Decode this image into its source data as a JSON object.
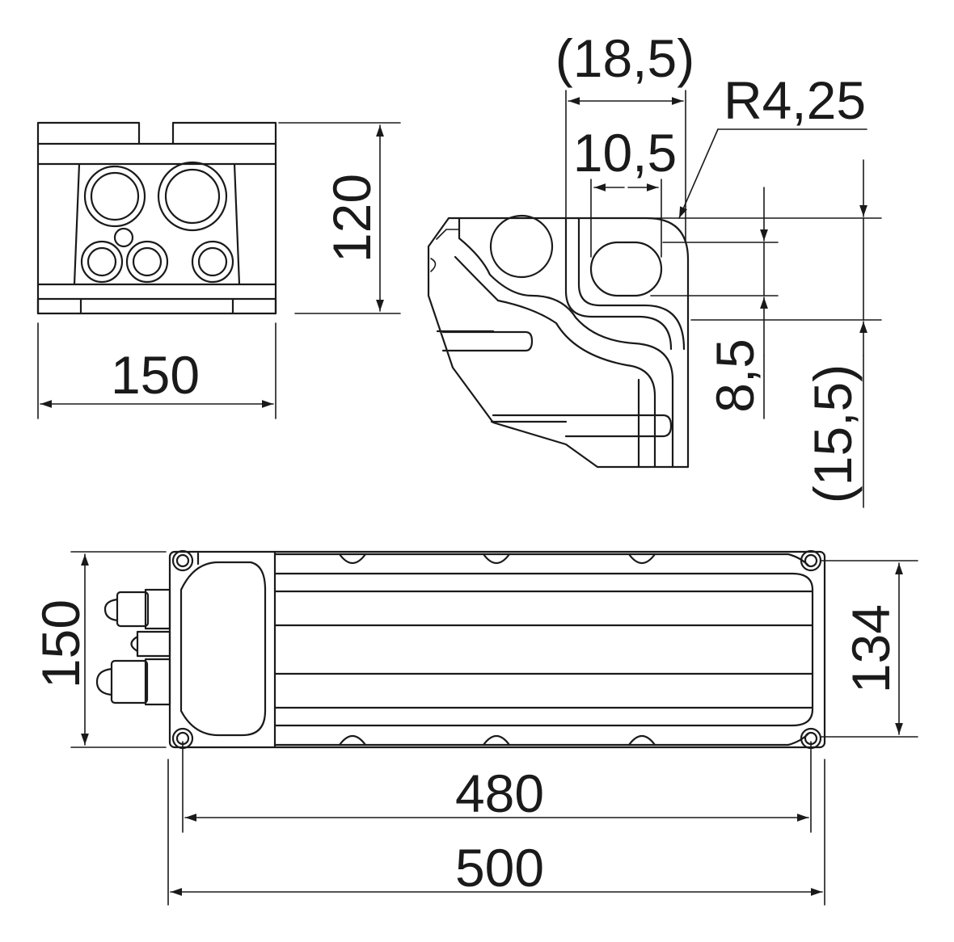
{
  "dimensions": {
    "front_width": "150",
    "front_height": "120",
    "detail_outer_width": "(18,5)",
    "detail_inner_width": "10,5",
    "detail_radius": "R4,25",
    "detail_slot_height": "8,5",
    "detail_outer_height": "(15,5)",
    "top_width": "150",
    "top_rail_width": "134",
    "top_hole_spacing": "480",
    "top_length": "500"
  }
}
